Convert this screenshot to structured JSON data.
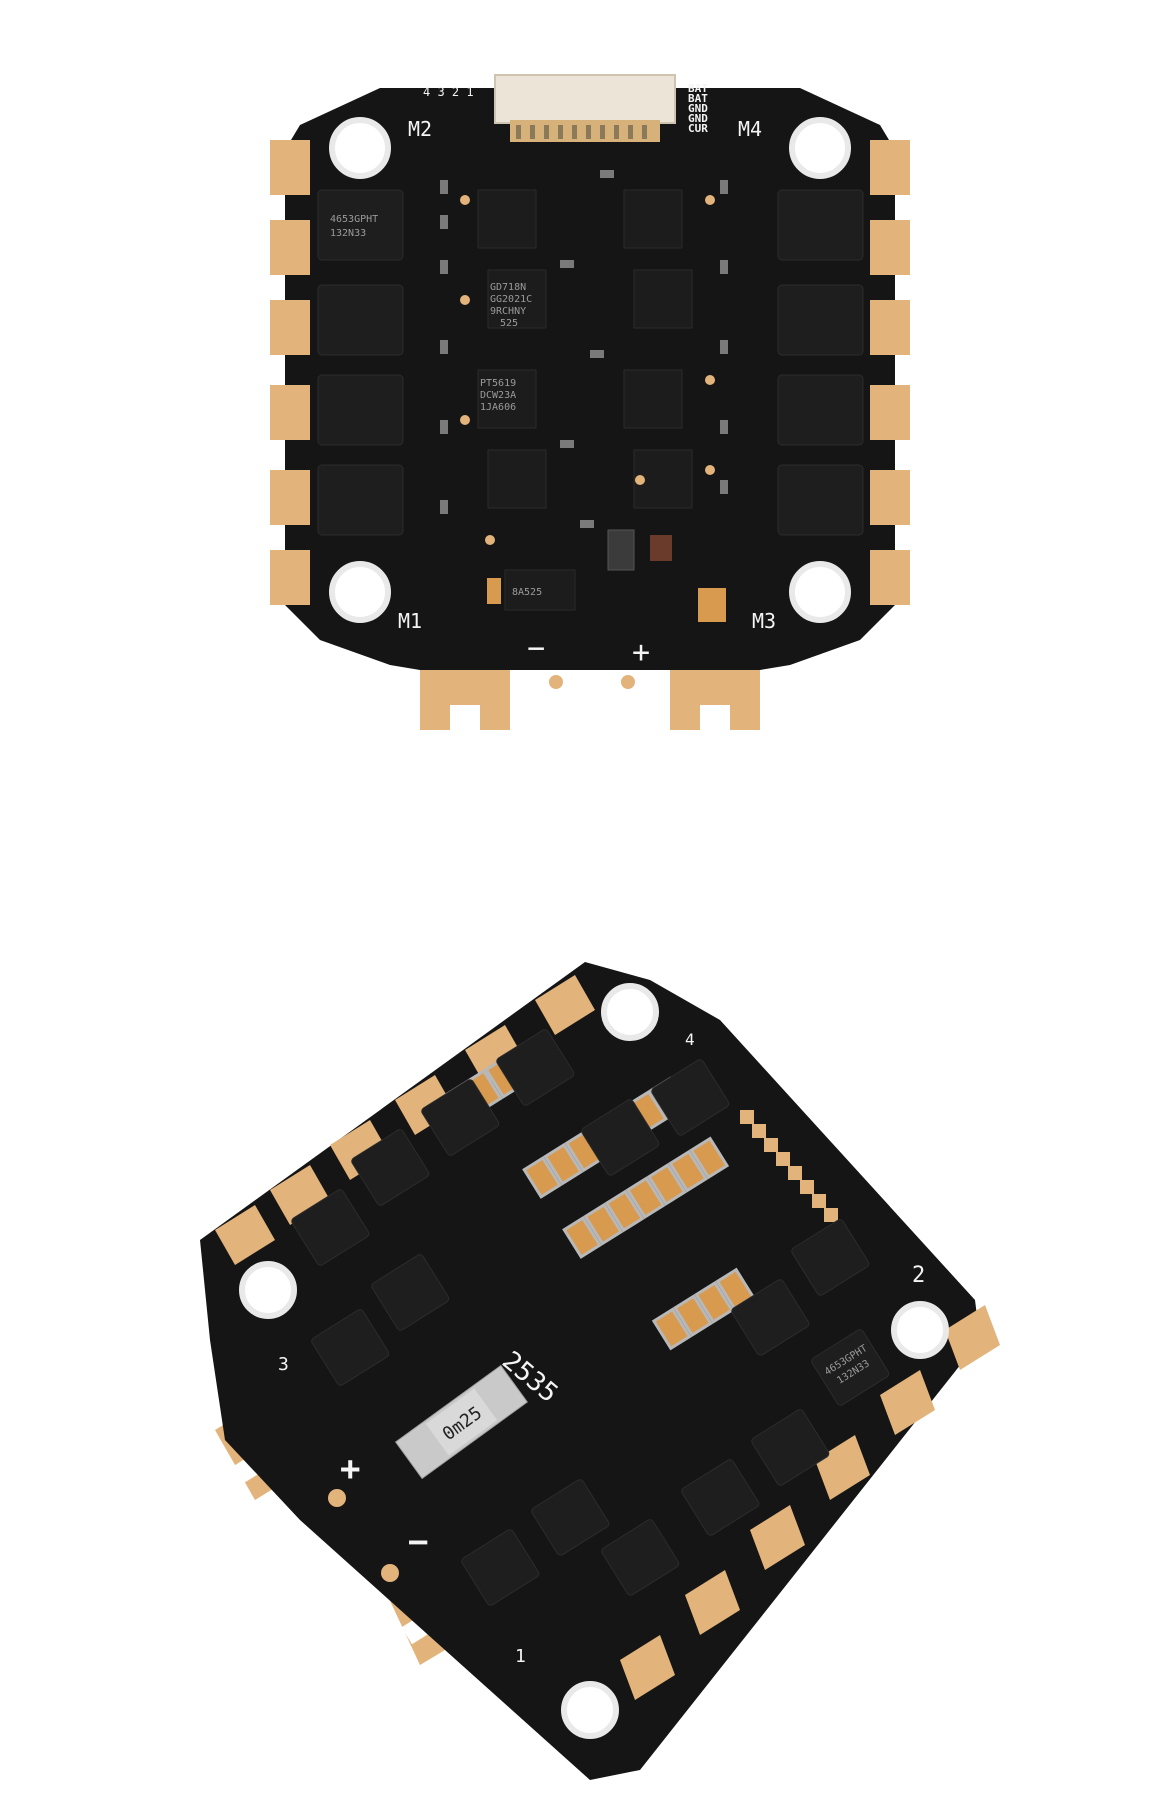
{
  "top_board": {
    "motor_labels": [
      "M1",
      "M2",
      "M3",
      "M4"
    ],
    "pin_numbers": "4 3 2 1",
    "connector_pin_labels": [
      "BAT",
      "BAT",
      "GND",
      "GND",
      "CUR"
    ],
    "polarity_minus": "−",
    "polarity_plus": "+",
    "regulator_marking": "8A525",
    "mosfet_marking": [
      "4653GPHT",
      "132N33"
    ],
    "driver_marking": [
      "GD718N",
      "GG2021C",
      "9RCHNY",
      "525"
    ],
    "chip_marking": [
      "PT5619",
      "DCW23A",
      "1JA606"
    ]
  },
  "bottom_board": {
    "pad_numbers": [
      "1",
      "2",
      "3",
      "4"
    ],
    "polarity_plus": "+",
    "polarity_minus": "−",
    "silk_marking": "2535",
    "shunt_marking": "0m25",
    "mosfet_marking": [
      "4653GPHT",
      "132N33"
    ]
  },
  "colors": {
    "pcb": "#151515",
    "gold": "#e2b37a",
    "silkscreen": "#f4f4f4",
    "capacitor": "#d89a4e",
    "background": "#ffffff"
  }
}
